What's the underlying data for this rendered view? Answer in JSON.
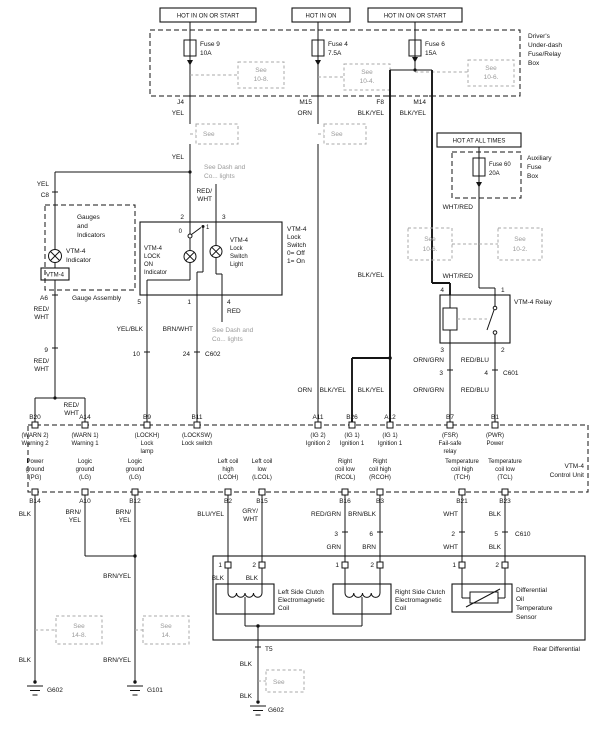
{
  "colors": {
    "line": "#141414",
    "muted": "#9a9a9a"
  },
  "banners": {
    "hot1": "HOT IN ON OR START",
    "hot2": "HOT IN ON",
    "hot3": "HOT IN ON OR START",
    "hot4": "HOT AT ALL TIMES"
  },
  "underdash": {
    "label": [
      "Driver's",
      "Under-dash",
      "Fuse/Relay",
      "Box"
    ],
    "fuse9": {
      "name": "Fuse 9",
      "amp": "10A"
    },
    "fuse4": {
      "name": "Fuse 4",
      "amp": "7.5A"
    },
    "fuse6": {
      "name": "Fuse 6",
      "amp": "15A"
    },
    "see1": [
      "See",
      "10-8."
    ],
    "see2": [
      "See",
      "10-4."
    ],
    "see3": [
      "See",
      "10-6."
    ]
  },
  "aux": {
    "label": [
      "Auxiliary",
      "Fuse",
      "Box"
    ],
    "fuse60": {
      "name": "Fuse 60",
      "amp": "20A"
    }
  },
  "sees": {
    "mid1": "See",
    "mid2": "See",
    "right1": [
      "See",
      "10-6."
    ],
    "right2": [
      "See",
      "10-2."
    ],
    "bottom1": [
      "See",
      "14-8."
    ],
    "bottom2": [
      "See",
      "14."
    ],
    "t5": "See"
  },
  "notes": {
    "dash1": [
      "See Dash and",
      "Co... lights"
    ],
    "dash2": [
      "See Dash and",
      "Co... lights"
    ]
  },
  "connectors": {
    "j4": "J4",
    "m15": "M15",
    "f8": "F8",
    "m14": "M14",
    "c8": "C8",
    "a6": "A6",
    "c602": "C602",
    "c601": "C601",
    "c610": "C610",
    "t5": "T5"
  },
  "gauges": {
    "box_label": [
      "Gauges",
      "and",
      "Indicators"
    ],
    "indicator": [
      "VTM-4",
      "Indicator"
    ],
    "vtm4_tag": "VTM-4",
    "assembly": "Gauge Assembly"
  },
  "lockswitch": {
    "on_indicator": [
      "VTM-4",
      "LOCK",
      "ON",
      "Indicator"
    ],
    "light": [
      "VTM-4",
      "Lock",
      "Switch",
      "Light"
    ],
    "switch_label": [
      "VTM-4",
      "Lock",
      "Switch",
      "0= Off",
      "1= On"
    ],
    "pos0": "0",
    "pos1": "1"
  },
  "relay": {
    "label": "VTM-4 Relay"
  },
  "control_unit": {
    "label": [
      "VTM-4",
      "Control Unit"
    ]
  },
  "rear_diff": {
    "label": "Rear Differential"
  },
  "coil_left": {
    "label": [
      "Left Side Clutch",
      "Electromagnetic",
      "Coil"
    ]
  },
  "coil_right": {
    "label": [
      "Right Side Clutch",
      "Electromagnetic",
      "Coil"
    ]
  },
  "sensor": {
    "label": [
      "Differential",
      "Oil",
      "Temperature",
      "Sensor"
    ]
  },
  "grounds": {
    "g602a": "G602",
    "g101": "G101",
    "g602b": "G602"
  },
  "cu_top": [
    {
      "pin": "B20",
      "fn": [
        "(WARN 2)",
        "Warning 2"
      ]
    },
    {
      "pin": "A14",
      "fn": [
        "(WARN 1)",
        "Warning 1"
      ]
    },
    {
      "pin": "B9",
      "fn": [
        "(LOCKH)",
        "Lock",
        "lamp"
      ]
    },
    {
      "pin": "B11",
      "fn": [
        "(LOCKSW)",
        "Lock switch"
      ]
    },
    {
      "pin": "A11",
      "fn": [
        "(IG 2)",
        "Ignition 2"
      ]
    },
    {
      "pin": "B26",
      "fn": [
        "(IG 1)",
        "Ignition 1"
      ]
    },
    {
      "pin": "A12",
      "fn": [
        "(IG 1)",
        "Ignition 1"
      ]
    },
    {
      "pin": "B7",
      "fn": [
        "(FSR)",
        "Fail-safe",
        "relay"
      ]
    },
    {
      "pin": "B1",
      "fn": [
        "(PWR)",
        "Power"
      ]
    }
  ],
  "cu_bottom": [
    {
      "pin": "B14",
      "fn": [
        "Power",
        "ground",
        "(PG)"
      ]
    },
    {
      "pin": "A10",
      "fn": [
        "Logic",
        "ground",
        "(LG)"
      ]
    },
    {
      "pin": "B12",
      "fn": [
        "Logic",
        "ground",
        "(LG)"
      ]
    },
    {
      "pin": "B2",
      "fn": [
        "Left coil",
        "high",
        "(LCOH)"
      ]
    },
    {
      "pin": "B15",
      "fn": [
        "Left coil",
        "low",
        "(LCOL)"
      ]
    },
    {
      "pin": "B16",
      "fn": [
        "Right",
        "coil low",
        "(RCOL)"
      ]
    },
    {
      "pin": "B3",
      "fn": [
        "Right",
        "coil high",
        "(RCOH)"
      ]
    },
    {
      "pin": "B21",
      "fn": [
        "Temperature",
        "coil high",
        "(TCH)"
      ]
    },
    {
      "pin": "B23",
      "fn": [
        "Temperature",
        "coil low",
        "(TCL)"
      ]
    }
  ],
  "pin_numbers": {
    "lock_top": [
      "2",
      "3"
    ],
    "lock_bottom": [
      "5",
      "1",
      "4"
    ],
    "gauge": "9",
    "c602": [
      "10",
      "24"
    ],
    "relay": [
      "4",
      "1",
      "3",
      "2"
    ],
    "c601": [
      "3",
      "4"
    ],
    "c610": [
      "3",
      "6",
      "2",
      "5"
    ],
    "coil_l": [
      "1",
      "2"
    ],
    "coil_r": [
      "1",
      "2"
    ],
    "sensor": [
      "1",
      "2"
    ]
  },
  "wires": {
    "yel": "YEL",
    "orn": "ORN",
    "blkyel": "BLK/YEL",
    "red": "RED",
    "redwht": [
      "RED/",
      "WHT"
    ],
    "yelblk": "YEL/BLK",
    "brnwht": "BRN/WHT",
    "whtred": "WHT/RED",
    "orngrn": "ORN/GRN",
    "redblu": "RED/BLU",
    "blk": "BLK",
    "brnyel2": [
      "BRN/",
      "YEL"
    ],
    "brnyel": "BRN/YEL",
    "bluyel": "BLU/YEL",
    "grywht": [
      "GRY/",
      "WHT"
    ],
    "redgrn": "RED/GRN",
    "brnblk": "BRN/BLK",
    "wht": "WHT",
    "grn": "GRN",
    "brn": "BRN"
  }
}
